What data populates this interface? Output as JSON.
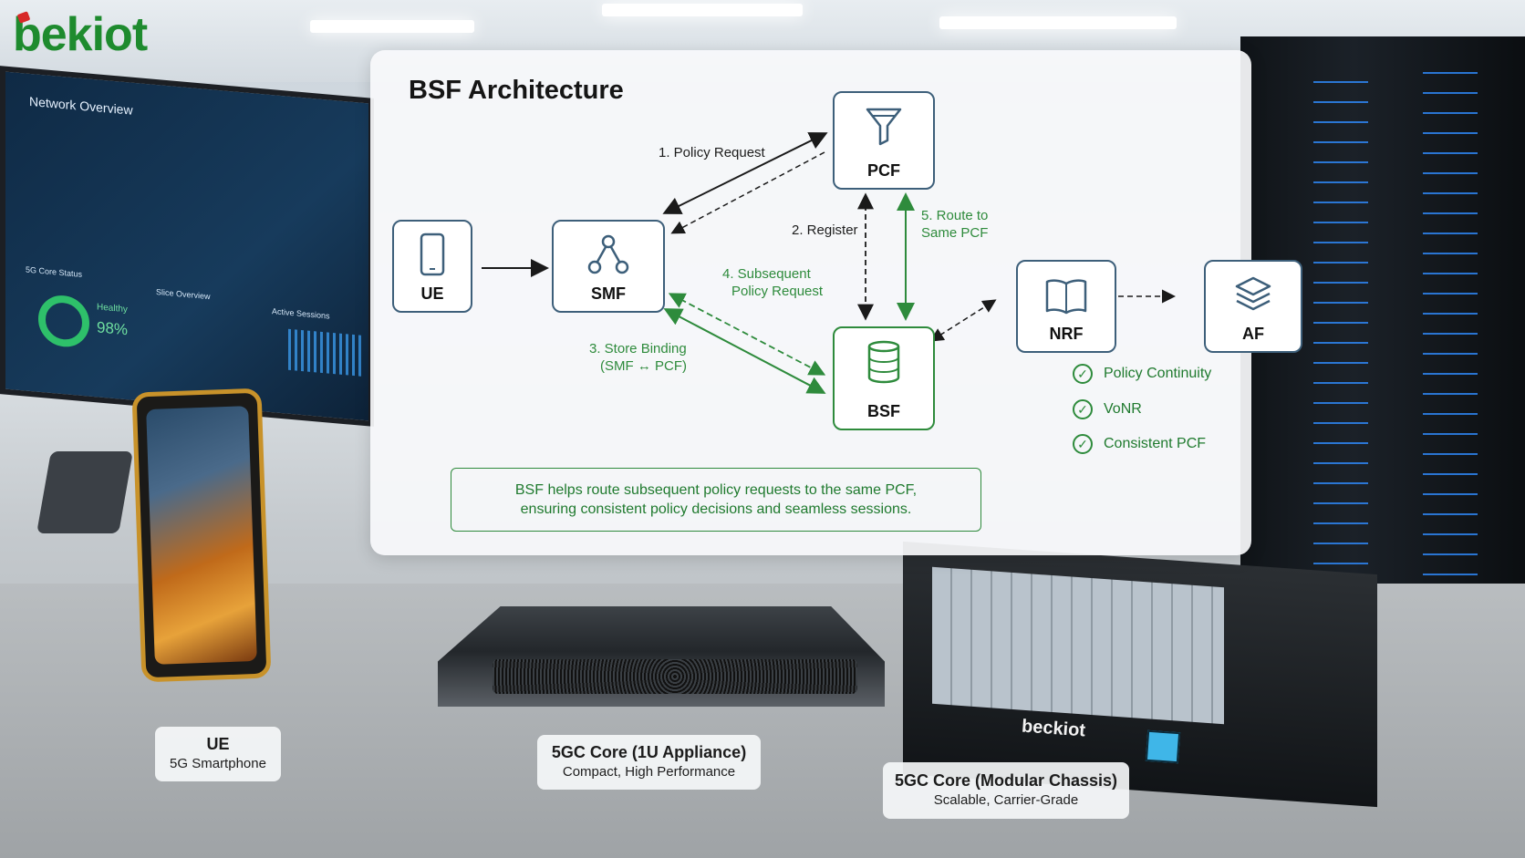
{
  "logo": {
    "text": "bekiot"
  },
  "scene": {
    "monitor": {
      "title": "Network Overview",
      "panel_core": "5G Core Status",
      "panel_slice": "Slice Overview",
      "panel_sessions": "Active Sessions",
      "health_label": "Healthy",
      "health_value": "98%"
    },
    "chassis_brand": "beckiot"
  },
  "diagram": {
    "title": "BSF Architecture",
    "nodes": {
      "ue": "UE",
      "smf": "SMF",
      "pcf": "PCF",
      "bsf": "BSF",
      "nrf": "NRF",
      "af": "AF"
    },
    "edges": {
      "policy_request": "1. Policy Request",
      "register": "2. Register",
      "store_binding_1": "3. Store Binding",
      "store_binding_2": "(SMF ↔ PCF)",
      "subsequent_1": "4. Subsequent",
      "subsequent_2": "Policy Request",
      "route_1": "5. Route to",
      "route_2": "Same PCF"
    },
    "info_line1": "BSF helps route subsequent policy requests to the same PCF,",
    "info_line2": "ensuring consistent policy decisions and seamless sessions.",
    "benefits": [
      "Policy Continuity",
      "VoNR",
      "Consistent PCF"
    ],
    "colors": {
      "green": "#2e8b3c",
      "node_border": "#3d5f7a"
    }
  },
  "captions": [
    {
      "title": "UE",
      "subtitle": "5G Smartphone"
    },
    {
      "title": "5GC Core (1U Appliance)",
      "subtitle": "Compact, High Performance"
    },
    {
      "title": "5GC Core (Modular Chassis)",
      "subtitle": "Scalable, Carrier-Grade"
    }
  ]
}
